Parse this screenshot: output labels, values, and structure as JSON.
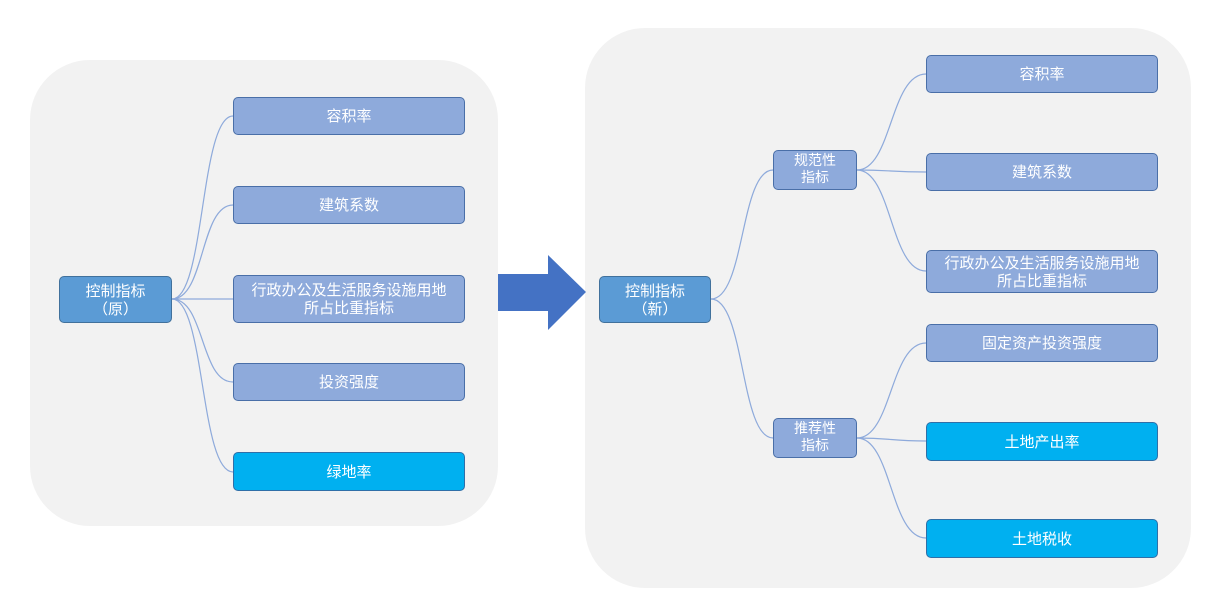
{
  "colors": {
    "panel_bg": "#f2f2f2",
    "root": "#5b9bd5",
    "leaf": "#8eaadb",
    "leaf_highlight": "#00b0f0",
    "arrow": "#4472c4",
    "connector": "#8eaadb"
  },
  "original": {
    "root": "控制指标\n（原）",
    "items": [
      "容积率",
      "建筑系数",
      "行政办公及生活服务设施用地\n所占比重指标",
      "投资强度",
      "绿地率"
    ]
  },
  "new": {
    "root": "控制指标\n（新）",
    "normative": {
      "label": "规范性\n指标",
      "items": [
        "容积率",
        "建筑系数",
        "行政办公及生活服务设施用地\n所占比重指标"
      ]
    },
    "recommended": {
      "label": "推荐性\n指标",
      "items": [
        "固定资产投资强度",
        "土地产出率",
        "土地税收"
      ]
    }
  }
}
